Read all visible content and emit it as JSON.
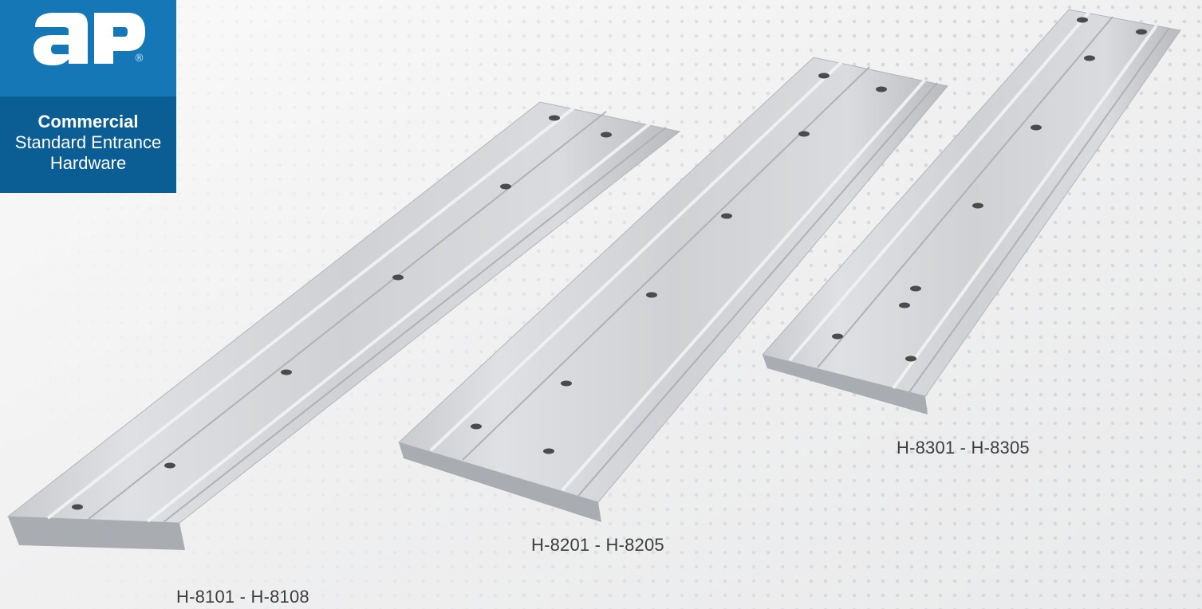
{
  "brand": {
    "logo_text": "ap",
    "registered": "®",
    "line1": "Commercial",
    "line2": "Standard Entrance",
    "line3": "Hardware",
    "color_primary": "#1577b6",
    "color_dark": "#0b5e93"
  },
  "products": [
    {
      "label": "H-8101 - H-8108"
    },
    {
      "label": "H-8201 - H-8205"
    },
    {
      "label": "H-8301 - H-8305"
    }
  ],
  "colors": {
    "background": "#f1f1f2",
    "dots": "#d9dadc",
    "metal_light": "#dcdde0",
    "metal_mid": "#c4c6ca",
    "metal_dark": "#9a9da2",
    "hole": "#4a4a4a"
  }
}
